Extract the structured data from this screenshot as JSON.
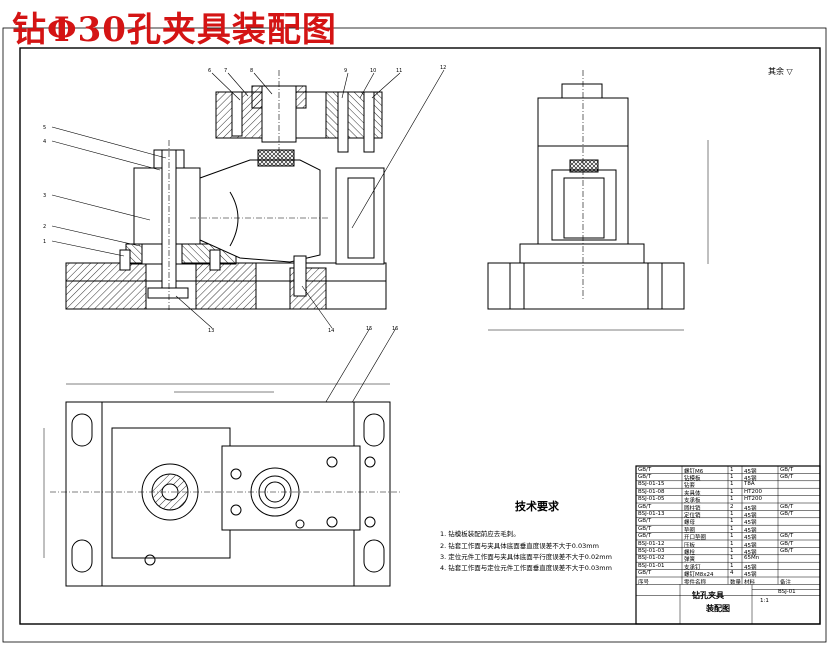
{
  "title": "钻Φ30孔夹具装配图",
  "roughness_note": "其余 ▽",
  "tech_requirements": {
    "heading": "技术要求",
    "items": [
      "1. 钻模板装配前应去毛刺。",
      "2. 钻套工作面与夹具体底面垂直度误差不大于0.03mm",
      "3. 定位元件工作面与夹具体底面平行度误差不大于0.02mm",
      "4. 钻套工作面与定位元件工作面垂直度误差不大于0.03mm"
    ]
  },
  "balloons": [
    "1",
    "2",
    "3",
    "4",
    "5",
    "6",
    "7",
    "8",
    "9",
    "10",
    "11",
    "12",
    "13",
    "14",
    "15",
    "16"
  ],
  "title_block": {
    "drawing_name": "钻孔夹具",
    "drawing_no": "BSJ-01",
    "scale": "1:1",
    "sheet_label": "装配图",
    "headers": [
      "序号",
      "零件名称",
      "数量",
      "材料",
      "备注"
    ],
    "rows": [
      [
        "GB/T",
        "螺钉M6",
        "1",
        "45钢",
        "GB/T"
      ],
      [
        "GB/T",
        "钻模板",
        "1",
        "45钢",
        "GB/T"
      ],
      [
        "BSJ-01-15",
        "钻套",
        "1",
        "T8A",
        ""
      ],
      [
        "BSJ-01-08",
        "夹具体",
        "1",
        "HT200",
        ""
      ],
      [
        "BSJ-01-05",
        "支承板",
        "1",
        "HT200",
        ""
      ],
      [
        "GB/T",
        "圆柱销",
        "2",
        "45钢",
        "GB/T"
      ],
      [
        "BSJ-01-13",
        "定位销",
        "1",
        "45钢",
        "GB/T"
      ],
      [
        "GB/T",
        "螺母",
        "1",
        "45钢",
        ""
      ],
      [
        "GB/T",
        "垫圈",
        "1",
        "45钢",
        ""
      ],
      [
        "GB/T",
        "开口垫圈",
        "1",
        "45钢",
        "GB/T"
      ],
      [
        "BSJ-01-12",
        "压板",
        "1",
        "45钢",
        "GB/T"
      ],
      [
        "BSJ-01-03",
        "螺栓",
        "1",
        "45钢",
        "GB/T"
      ],
      [
        "BSJ-01-02",
        "弹簧",
        "1",
        "65Mn",
        ""
      ],
      [
        "BSJ-01-01",
        "支承钉",
        "1",
        "45钢",
        ""
      ],
      [
        "GB/T",
        "螺钉M8x24",
        "4",
        "45钢",
        ""
      ]
    ]
  },
  "colors": {
    "title": "#d41414",
    "line": "#000000"
  }
}
